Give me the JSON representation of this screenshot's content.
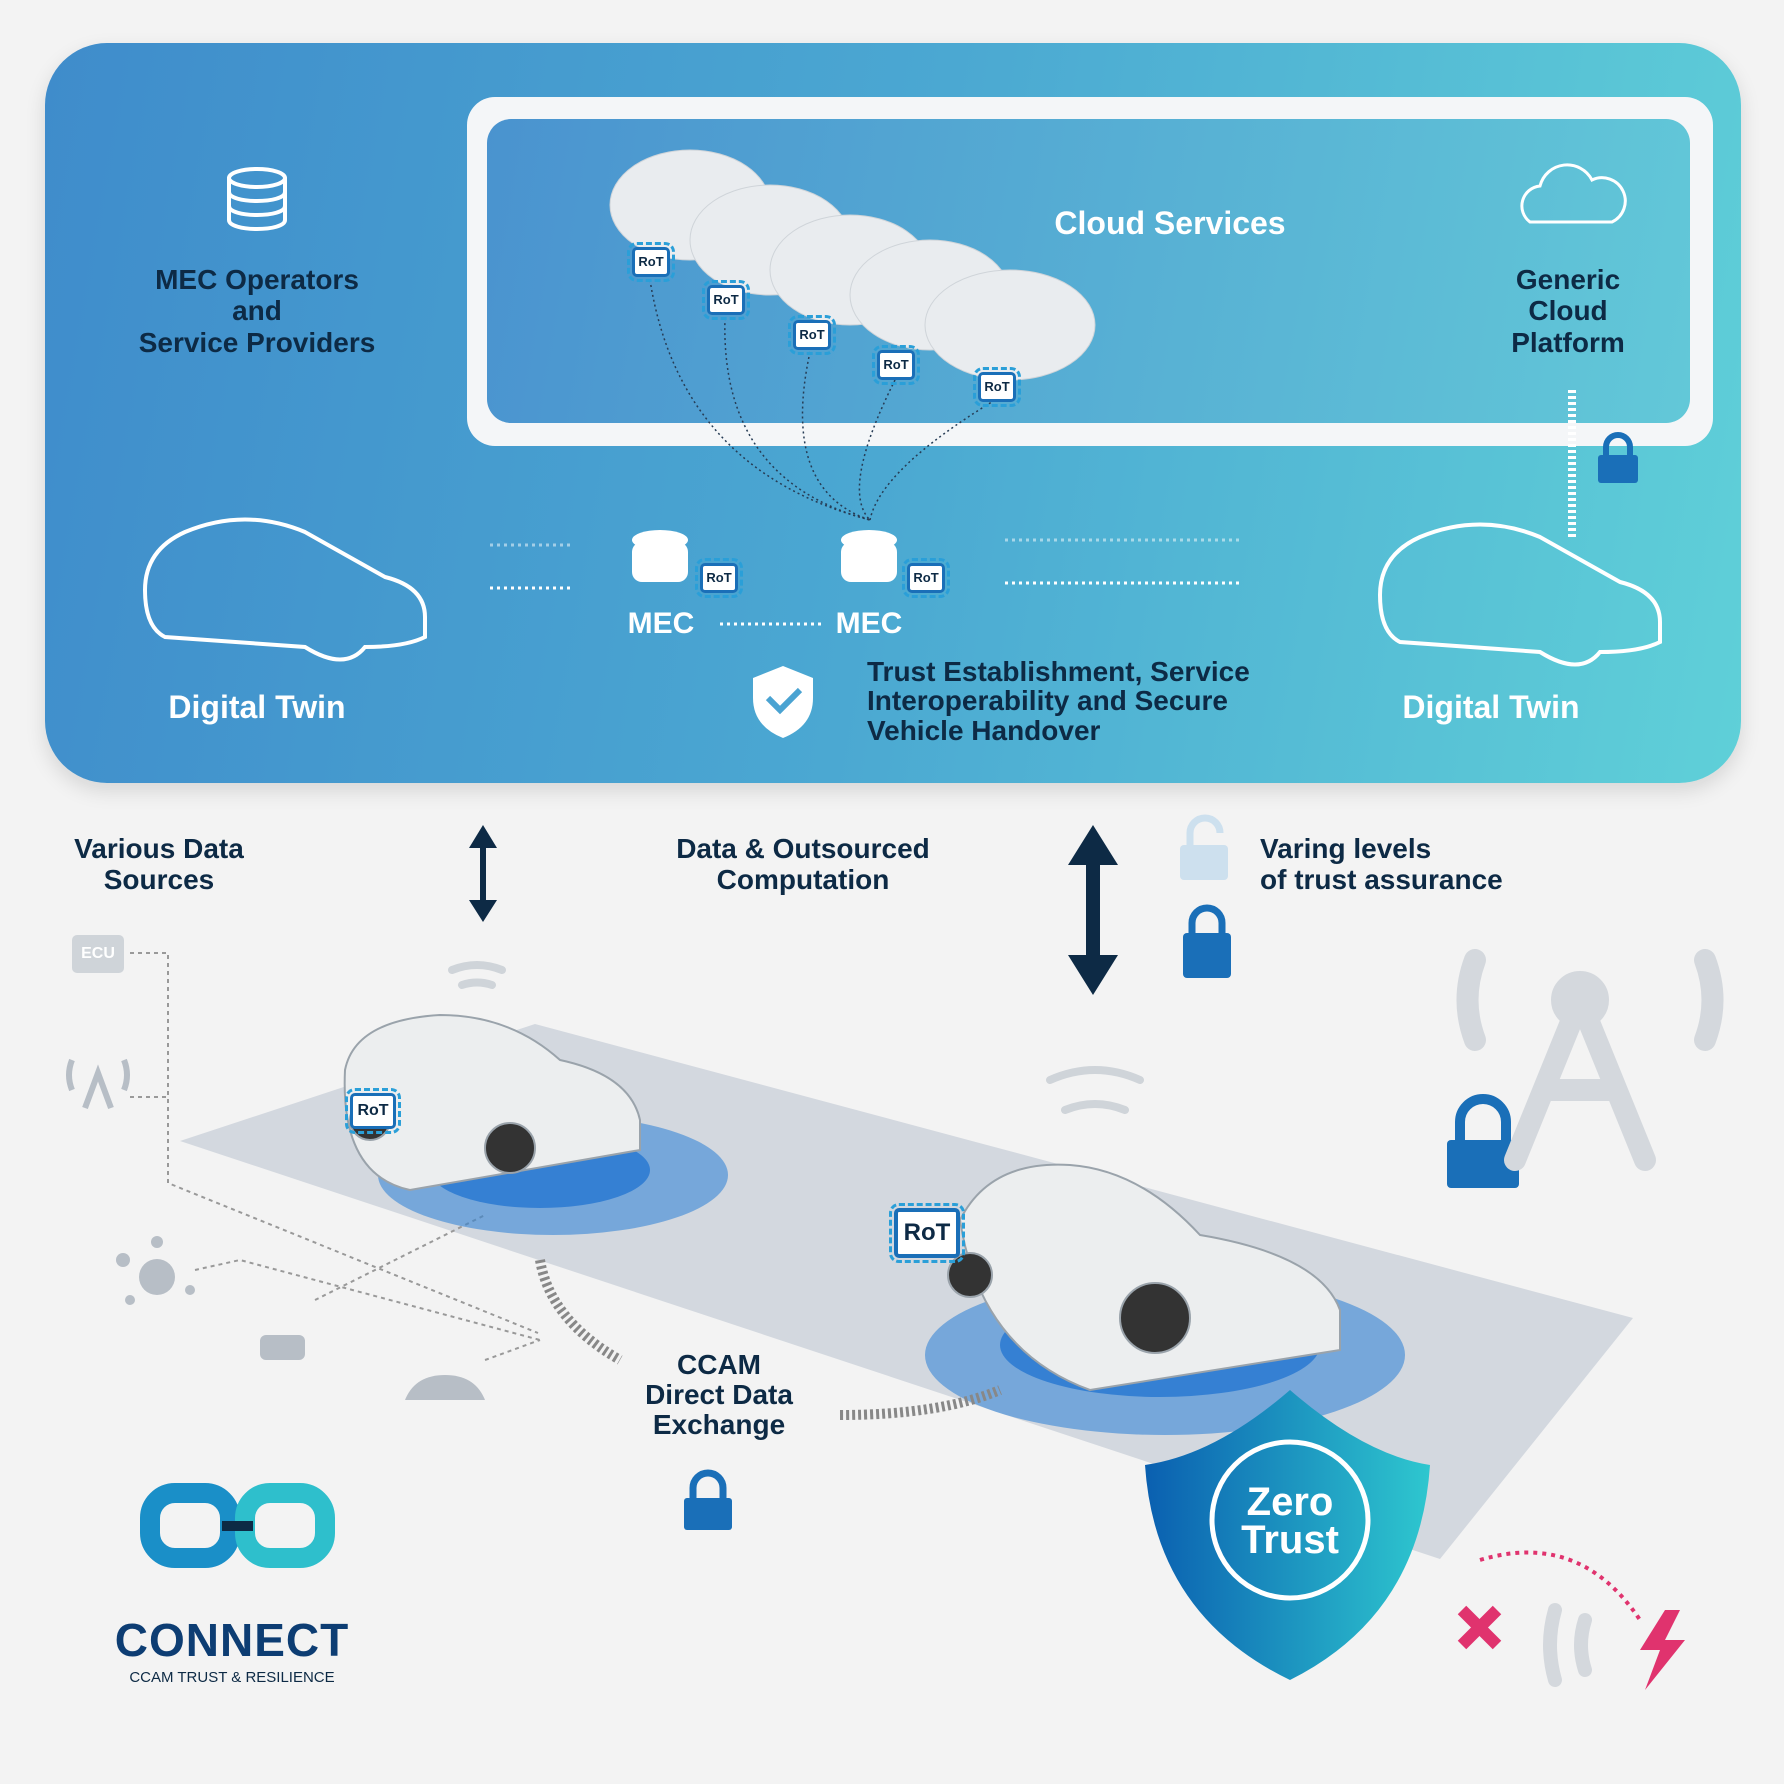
{
  "top": {
    "mec_operators": "MEC Operators\nand\nService Providers",
    "cloud_services": "Cloud Services",
    "generic_cloud": "Generic\nCloud\nPlatform",
    "digital_twin_left": "Digital Twin",
    "digital_twin_right": "Digital Twin",
    "mec_1": "MEC",
    "mec_2": "MEC",
    "trust_text": "Trust Establishment, Service\nInteroperability and Secure\nVehicle Handover",
    "rot": "RoT"
  },
  "bottom": {
    "various_sources": "Various Data\nSources",
    "data_computation": "Data & Outsourced\nComputation",
    "trust_levels": "Varing levels\nof trust assurance",
    "ecu": "ECU",
    "ccam_exchange": "CCAM\nDirect Data\nExchange",
    "zero_trust": "Zero\nTrust",
    "rot": "RoT"
  },
  "logo": {
    "name": "CONNECT",
    "tagline": "CCAM TRUST & RESILIENCE"
  },
  "colors": {
    "navy": "#0d2a45",
    "blue": "#1a6fb8",
    "teal": "#5fd0d8",
    "alert": "#e0336e"
  }
}
